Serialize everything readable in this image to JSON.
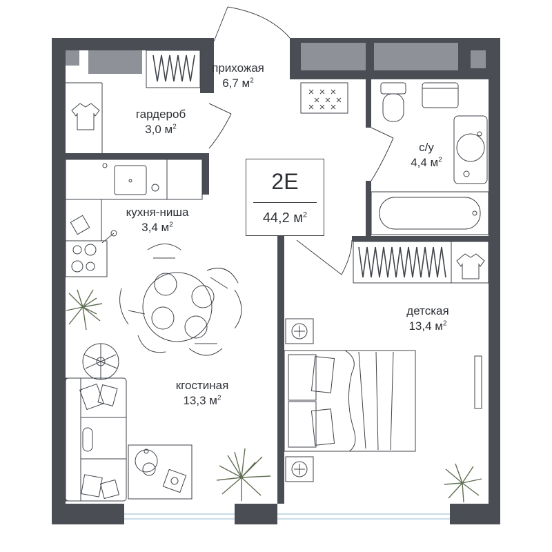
{
  "apartment": {
    "code": "2E",
    "area": "44,2 м",
    "area_unit_sup": "2"
  },
  "rooms": [
    {
      "key": "hall",
      "name": "прихожая",
      "area": "6,7 м",
      "sup": "2"
    },
    {
      "key": "wardrobe",
      "name": "гардероб",
      "area": "3,0 м",
      "sup": "2"
    },
    {
      "key": "bathroom",
      "name": "с/у",
      "area": "4,4 м",
      "sup": "2"
    },
    {
      "key": "kitchen",
      "name": "кухня-ниша",
      "area": "3,4 м",
      "sup": "2"
    },
    {
      "key": "kids",
      "name": "детская",
      "area": "13,4 м",
      "sup": "2"
    },
    {
      "key": "living",
      "name": "кгостиная",
      "area": "13,3 м",
      "sup": "2"
    }
  ],
  "colors": {
    "wall": "#4a4e54",
    "window_glass": "#8e9298",
    "line": "#3d4248",
    "plant": "#5f6e52",
    "balcony_line": "#a9c7d6"
  }
}
